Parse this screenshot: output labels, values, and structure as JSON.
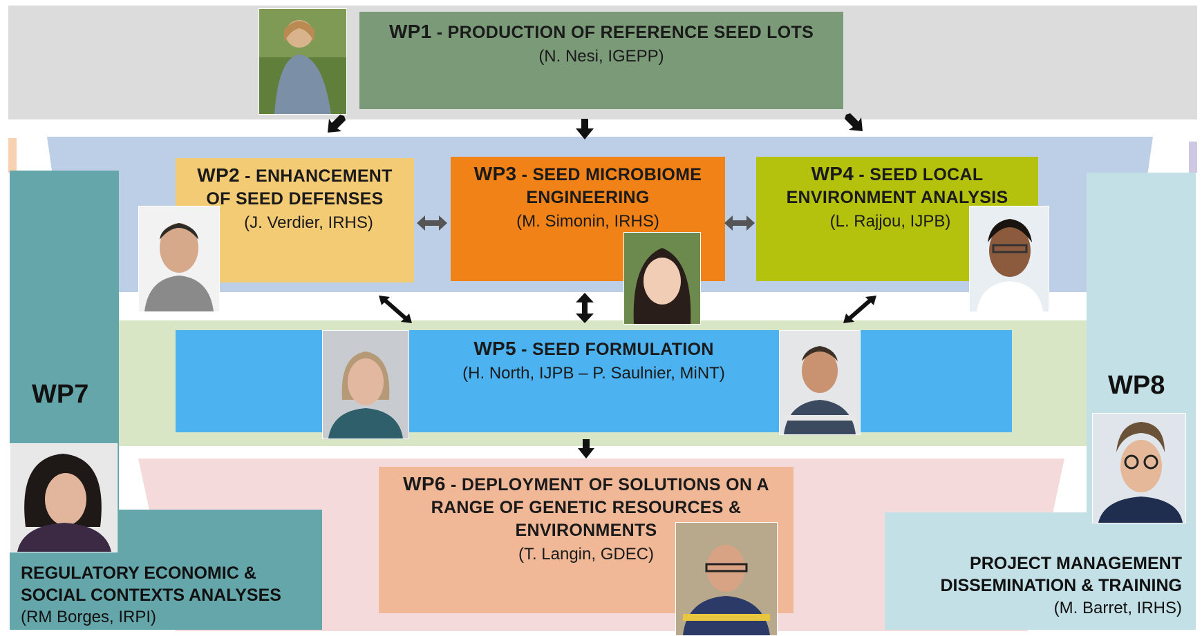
{
  "wp1": {
    "id": "WP1",
    "title": "PRODUCTION OF REFERENCE SEED LOTS",
    "lead": "(N. Nesi, IGEPP)"
  },
  "wp2": {
    "id": "WP2",
    "title_a": "ENHANCEMENT",
    "title_b": "OF SEED DEFENSES",
    "lead": "(J. Verdier, IRHS)"
  },
  "wp3": {
    "id": "WP3",
    "title_a": "SEED MICROBIOME",
    "title_b": "ENGINEERING",
    "lead": "(M. Simonin, IRHS)"
  },
  "wp4": {
    "id": "WP4",
    "title_a": "SEED LOCAL",
    "title_b": "ENVIRONMENT ANALYSIS",
    "lead": "(L. Rajjou, IJPB)"
  },
  "wp5": {
    "id": "WP5",
    "title": "SEED FORMULATION",
    "lead": "(H. North, IJPB –  P. Saulnier, MiNT)"
  },
  "wp6": {
    "id": "WP6",
    "title_a": "DEPLOYMENT OF SOLUTIONS ON A",
    "title_b": "RANGE OF GENETIC RESOURCES &",
    "title_c": "ENVIRONMENTS",
    "lead": "(T. Langin, GDEC)"
  },
  "wp7": {
    "id": "WP7",
    "title_a": "REGULATORY ECONOMIC &",
    "title_b": "SOCIAL CONTEXTS ANALYSES",
    "lead": "(RM Borges, IRPI)"
  },
  "wp8": {
    "id": "WP8",
    "title_a": "PROJECT MANAGEMENT",
    "title_b": "DISSEMINATION & TRAINING",
    "lead": "(M. Barret, IRHS)"
  },
  "colors": {
    "wp1": "#7a9a78",
    "wp2": "#f3cb74",
    "wp3": "#f08218",
    "wp4": "#b4c20e",
    "wp5": "#4cb2f0",
    "wp6": "#f1b898",
    "wp7": "#64a6aa",
    "wp8": "#c2e0e6",
    "band_top": "#dcdcdc",
    "band_mid": "#bccfe6",
    "band_low": "#d9e6c6",
    "band_bottom": "#f5dadb"
  }
}
